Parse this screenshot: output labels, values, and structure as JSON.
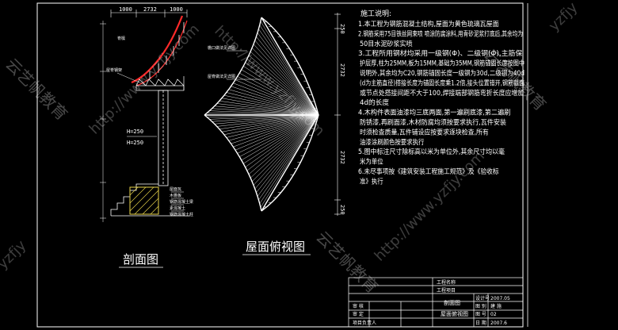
{
  "section_drawing": {
    "title": "剖面图",
    "dims_top": [
      "1000",
      "2732",
      "1000"
    ],
    "dim_mid": "H=250",
    "dim_low": "H=250",
    "leaders": [
      "屋脊钢架",
      "脊檩",
      "屋面瓦",
      "木檐板",
      "钢筋混凝土梁",
      "素混凝土",
      "钢筋混凝土柱"
    ]
  },
  "plan_drawing": {
    "title": "屋面俯视图",
    "dims_side": [
      "250",
      "2732",
      "2732",
      "250"
    ],
    "leaders": [
      "檐口做法见详图",
      "屋脊做法见详图"
    ]
  },
  "notes": {
    "heading": "施工说明:",
    "lines": [
      "1.本工程为钢筋混凝土结构,屋面为黄色琉璃瓦屋面",
      "2.钢筋采用75目铁丝网束喷 喷涂防腐涂料,用青砂泥浆打底后,其余均为",
      "50目水泥砂浆实喷",
      "3.工程所用钢材均采用一级钢(Φ)、二级钢(Φ),主筋保",
      "护层厚,柱为25MM,板为15MM,基础为35MM,钢筋锚固长度按图中",
      "说明外,其余均为C20,钢筋锚固长度一级钢为30d,二级钢为40d",
      "(d为主筋直径)搭接长度为锚固长度乘1.2倍,接头位置错开,钢筋截面",
      "或节点处搭接间距不大于100,焊接端部钢筋弯折长度应增加",
      "4d的长度",
      "4.木构件表面油漆均三底两面,第一遍刷底漆,第二遍刷",
      "防锈漆,再刷面漆,木材防腐均须按要求执行,瓦件安装",
      "时须检查质量,瓦件铺设应按要求逐块检查,所有",
      "油漆涂刷颜色按要求执行",
      "5.图中标注尺寸除标高以米为单位外,其余尺寸均以毫",
      "米为单位",
      "6.未尽事项按《建筑安装工程施工规范》及《验收标",
      "准》执行"
    ]
  },
  "title_block": {
    "project_label": "工程名称",
    "item_label": "工程项目",
    "drawing_name_1": "剖面图",
    "drawing_name_2": "屋面俯视图",
    "row_a": "审 核",
    "row_b": "审 定",
    "row_c": "项目负责人",
    "right_1": "设计号",
    "right_1_val": "2007.05",
    "right_2": "图 别",
    "right_2_val": "建 施",
    "right_3": "图 号",
    "right_3_val": "02",
    "right_4": "日 期",
    "right_4_val": "2007.6"
  },
  "watermarks": {
    "cn": "云艺帆教育",
    "url": "http://www.yzfjy.com",
    "corner": "yzfjy"
  }
}
